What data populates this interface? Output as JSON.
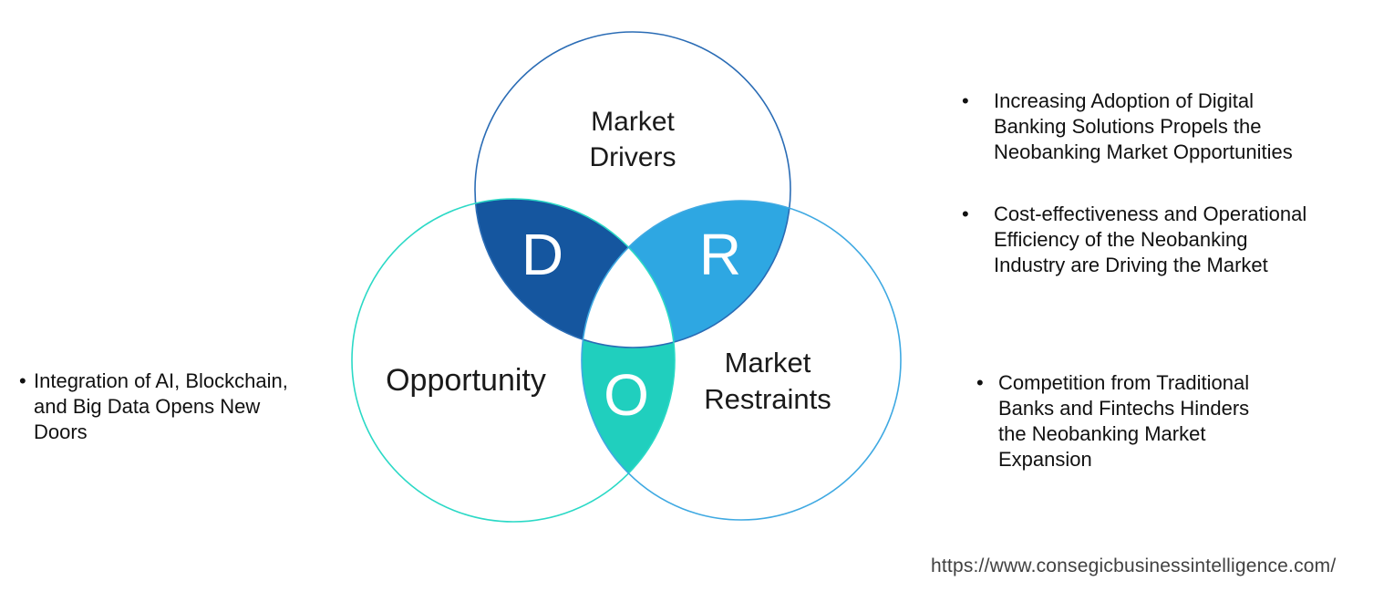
{
  "venn": {
    "circles": {
      "drivers": {
        "label_lines": [
          "Market",
          "Drivers"
        ],
        "stroke_color": "#2A6CB5"
      },
      "opportunity": {
        "label_lines": [
          "Opportunity"
        ],
        "stroke_color": "#2BD9C6"
      },
      "restraints": {
        "label_lines": [
          "Market",
          "Restraints"
        ],
        "stroke_color": "#3FA9E2"
      }
    },
    "regions": {
      "d": {
        "letter": "D",
        "color": "#15569F"
      },
      "r": {
        "letter": "R",
        "color": "#2EA7E2"
      },
      "o": {
        "letter": "O",
        "color": "#20CFBE"
      }
    }
  },
  "left_bullets": [
    {
      "lines": [
        "Integration of AI, Blockchain,",
        "and Big Data Opens New",
        "Doors"
      ]
    }
  ],
  "right_bullets_top": [
    {
      "lines": [
        "Increasing Adoption of Digital",
        "Banking Solutions Propels the",
        "Neobanking Market Opportunities"
      ]
    },
    {
      "lines": [
        "Cost-effectiveness and Operational",
        "Efficiency of the Neobanking",
        "Industry are Driving the Market"
      ]
    }
  ],
  "right_bullets_bottom": [
    {
      "lines": [
        "Competition from Traditional",
        "Banks and Fintechs Hinders",
        "the Neobanking Market",
        "Expansion"
      ]
    }
  ],
  "footer": {
    "url": "https://www.consegicbusinessintelligence.com/"
  }
}
